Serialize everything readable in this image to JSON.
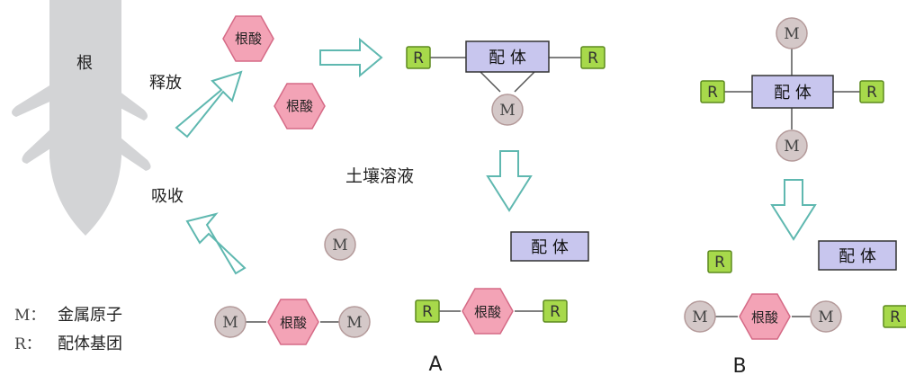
{
  "labels": {
    "root": "根",
    "release": "释放",
    "absorb": "吸收",
    "soil_solution": "土壤溶液",
    "root_acid": "根酸",
    "ligand": "配 体",
    "metal": "M",
    "r_group": "R",
    "panel_a": "A",
    "panel_b": "B"
  },
  "legend": {
    "m_key": "M：",
    "m_desc": "金属原子",
    "r_key": "R：",
    "r_desc": "配体基团"
  },
  "colors": {
    "root": "#d3d4d6",
    "hexagon": "#f3a3b6",
    "hexagon_stroke": "#d56a86",
    "ligand_box": "#c8c6ee",
    "r_box": "#a7d94b",
    "metal_circle": "#d4c8c8",
    "arrow": "#5fb8b0"
  }
}
